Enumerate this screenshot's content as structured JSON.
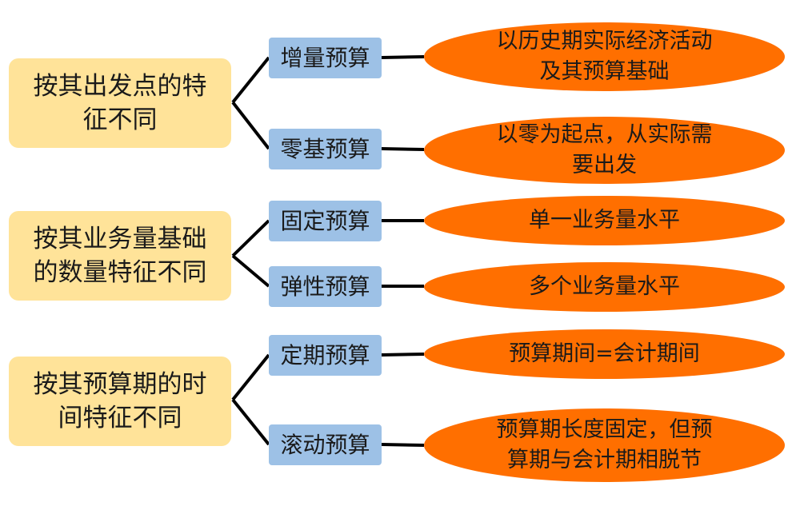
{
  "groups": [
    {
      "category": "按其出发点的特\n征不同",
      "types": [
        {
          "label": "增量预算",
          "description": "以历史期实际经济活动\n及其预算基础"
        },
        {
          "label": "零基预算",
          "description": "以零为起点，从实际需\n要出发"
        }
      ]
    },
    {
      "category": "按其业务量基础\n的数量特征不同",
      "types": [
        {
          "label": "固定预算",
          "description": "单一业务量水平"
        },
        {
          "label": "弹性预算",
          "description": "多个业务量水平"
        }
      ]
    },
    {
      "category": "按其预算期的时\n间特征不同",
      "types": [
        {
          "label": "定期预算",
          "description": "预算期间=会计期间"
        },
        {
          "label": "滚动预算",
          "description": "预算期长度固定，但预\n算期与会计期相脱节"
        }
      ]
    }
  ],
  "colors": {
    "category_fill": "#ffe399",
    "type_fill": "#9dc1e6",
    "description_fill": "#ff6f00",
    "connector": "#000000"
  }
}
